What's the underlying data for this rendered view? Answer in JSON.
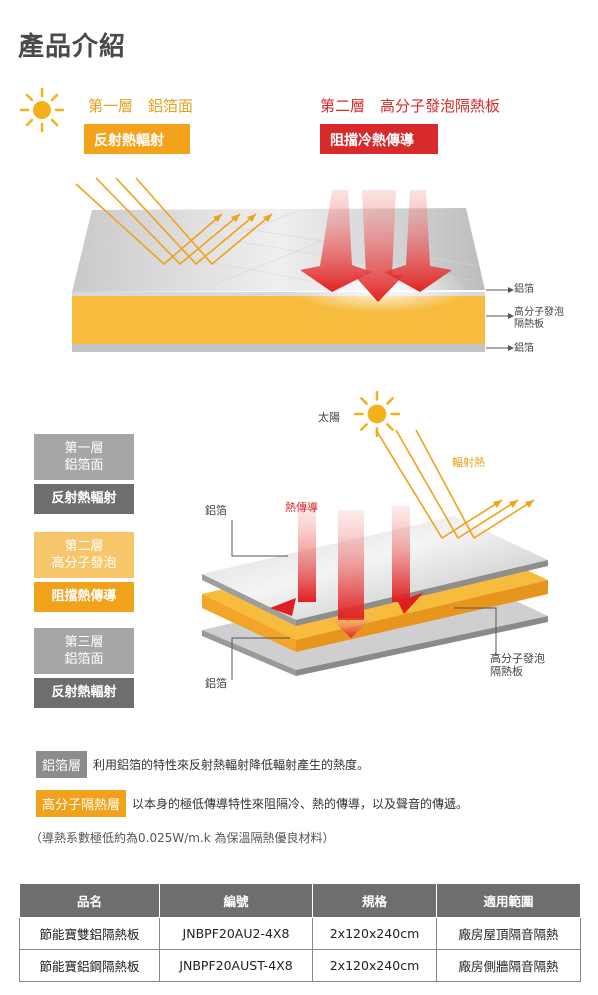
{
  "page_title": "產品介紹",
  "header": {
    "layer1_title": "第一層　鋁箔面",
    "layer1_tag": "反射熱輻射",
    "layer2_title": "第二層　高分子發泡隔熱板",
    "layer2_tag": "阻擋冷熱傳導"
  },
  "diagram1": {
    "label_top": "鋁箔",
    "label_mid_1": "高分子發泡",
    "label_mid_2": "隔熱板",
    "label_bottom": "鋁箔"
  },
  "diagram2": {
    "sun_label": "太陽",
    "radiant_heat": "輻射熱",
    "heat_conduction": "熱傳導",
    "foil_top": "鋁箔",
    "foil_bottom": "鋁箔",
    "foam_1": "高分子發泡",
    "foam_2": "隔熱板"
  },
  "side_layers": [
    {
      "line1": "第一層",
      "line2": "鋁箔面",
      "tag": "反射熱輻射"
    },
    {
      "line1": "第二層",
      "line2": "高分子發泡",
      "tag": "阻擋熱傳導"
    },
    {
      "line1": "第三層",
      "line2": "鋁箔面",
      "tag": "反射熱輻射"
    }
  ],
  "descriptions": [
    {
      "badge": "鋁箔層",
      "text": "利用鋁箔的特性來反射熱輻射降低輻射產生的熱度。"
    },
    {
      "badge": "高分子隔熱層",
      "text": "以本身的極低傳導特性來阻隔冷、熱的傳導，以及聲音的傳遞。"
    }
  ],
  "note": "（導熱系數極低約為0.025W/m.k 為保溫隔熱優良材料）",
  "table": {
    "headers": [
      "品名",
      "編號",
      "規格",
      "適用範圍"
    ],
    "rows": [
      [
        "節能寶雙鋁隔熱板",
        "JNBPF20AU2-4X8",
        "2x120x240cm",
        "廠房屋頂隔音隔熱"
      ],
      [
        "節能寶鋁鋼隔熱板",
        "JNBPF20AUST-4X8",
        "2x120x240cm",
        "廠房側牆隔音隔熱"
      ]
    ]
  },
  "colors": {
    "orange": "#f0a21b",
    "red": "#d82a2a",
    "grey": "#6e6e6e"
  }
}
